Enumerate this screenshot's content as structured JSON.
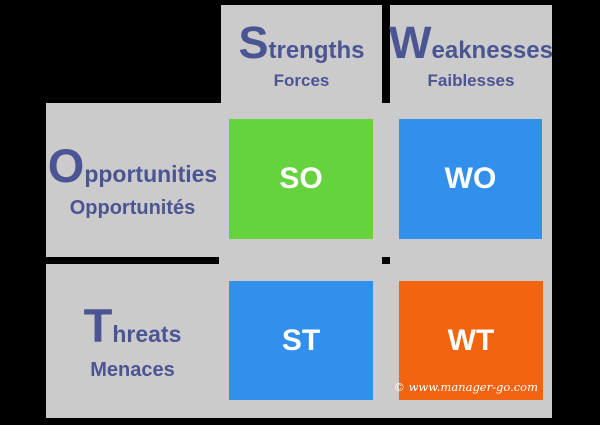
{
  "diagram": {
    "type": "SWOT matrix",
    "headers": {
      "strengths": {
        "initial": "S",
        "rest": "trengths",
        "subtitle": "Forces"
      },
      "weaknesses": {
        "initial": "W",
        "rest": "eaknesses",
        "subtitle": "Faiblesses"
      }
    },
    "row_labels": {
      "opportunities": {
        "initial": "O",
        "rest": "pportunities",
        "subtitle": "Opportunités"
      },
      "threats": {
        "initial": "T",
        "rest": "hreats",
        "subtitle": "Menaces"
      }
    },
    "cells": {
      "so": "SO",
      "wo": "WO",
      "st": "ST",
      "wt": "WT"
    },
    "watermark": "© www.manager-go.com",
    "colors": {
      "background": "#000000",
      "panel_gray": "#cbcbcb",
      "heading_text": "#4c5594",
      "so_green": "#65d23e",
      "wo_st_blue": "#338fec",
      "wt_orange": "#f2640f",
      "cell_text": "#ffffff",
      "watermark_text": "#ffffff"
    }
  }
}
